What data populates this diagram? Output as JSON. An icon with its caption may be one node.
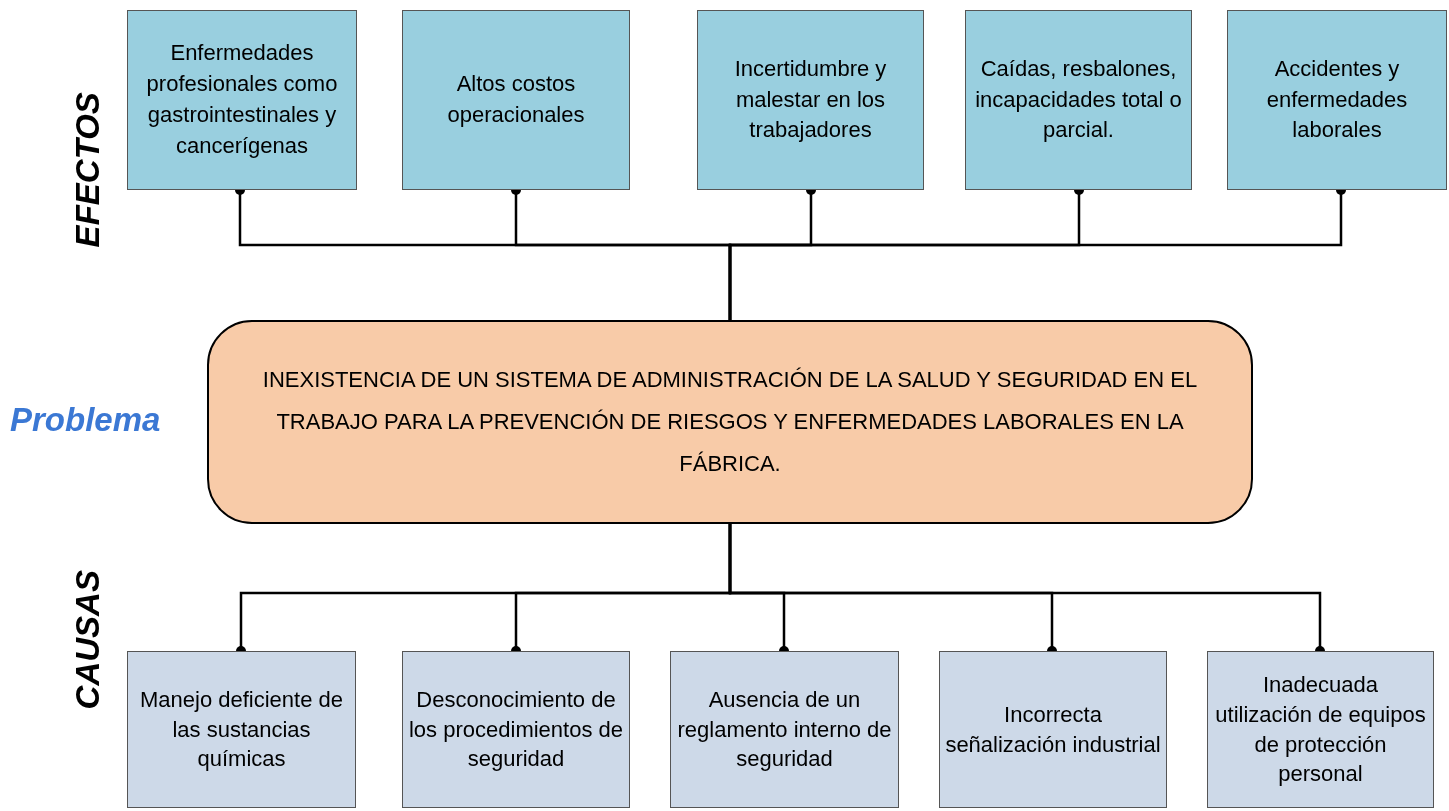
{
  "diagram": {
    "nodes": [
      {
        "text": [
          "Enfermedades profesionales como gastrointestinales y cancerígenas"
        ]
      },
      {
        "text": [
          "Altos costos operacionales"
        ]
      },
      {
        "text": [
          "Incertidumbre y malestar en los trabajadores"
        ]
      },
      {
        "text": [
          "Caídas, resbalones, incapacidades total o parcial."
        ]
      },
      {
        "text": [
          "Accidentes y enfermedades laborales"
        ]
      },
      {
        "text": [
          "INEXISTENCIA DE UN SISTEMA DE ADMINISTRACIÓN DE LA SALUD Y SEGURIDAD EN EL TRABAJO PARA LA PREVENCIÓN DE RIESGOS Y ENFERMEDADES LABORALES EN LA FÁBRICA."
        ]
      },
      {
        "text": [
          "Manejo deficiente de las sustancias químicas"
        ]
      },
      {
        "text": [
          "Desconocimiento de los procedimientos de seguridad"
        ]
      },
      {
        "text": [
          "Ausencia de un reglamento interno de seguridad"
        ]
      },
      {
        "text": [
          "Incorrecta señalización industrial"
        ]
      },
      {
        "text": [
          "Inadecuada utilización de equipos de protección personal"
        ]
      }
    ],
    "edges": [
      {
        "from": 5,
        "to": 0,
        "arrow": "other"
      },
      {
        "from": 5,
        "to": 1,
        "arrow": "other"
      },
      {
        "from": 5,
        "to": 2,
        "arrow": "other"
      },
      {
        "from": 5,
        "to": 3,
        "arrow": "other"
      },
      {
        "from": 5,
        "to": 4,
        "arrow": "other"
      },
      {
        "from": 5,
        "to": 6,
        "arrow": "other"
      },
      {
        "from": 5,
        "to": 7,
        "arrow": "other"
      },
      {
        "from": 5,
        "to": 8,
        "arrow": "other"
      },
      {
        "from": 5,
        "to": 9,
        "arrow": "other"
      },
      {
        "from": 5,
        "to": 10,
        "arrow": "other"
      }
    ],
    "labels": [
      "EFECTOS",
      "Problema",
      "CAUSAS"
    ]
  }
}
